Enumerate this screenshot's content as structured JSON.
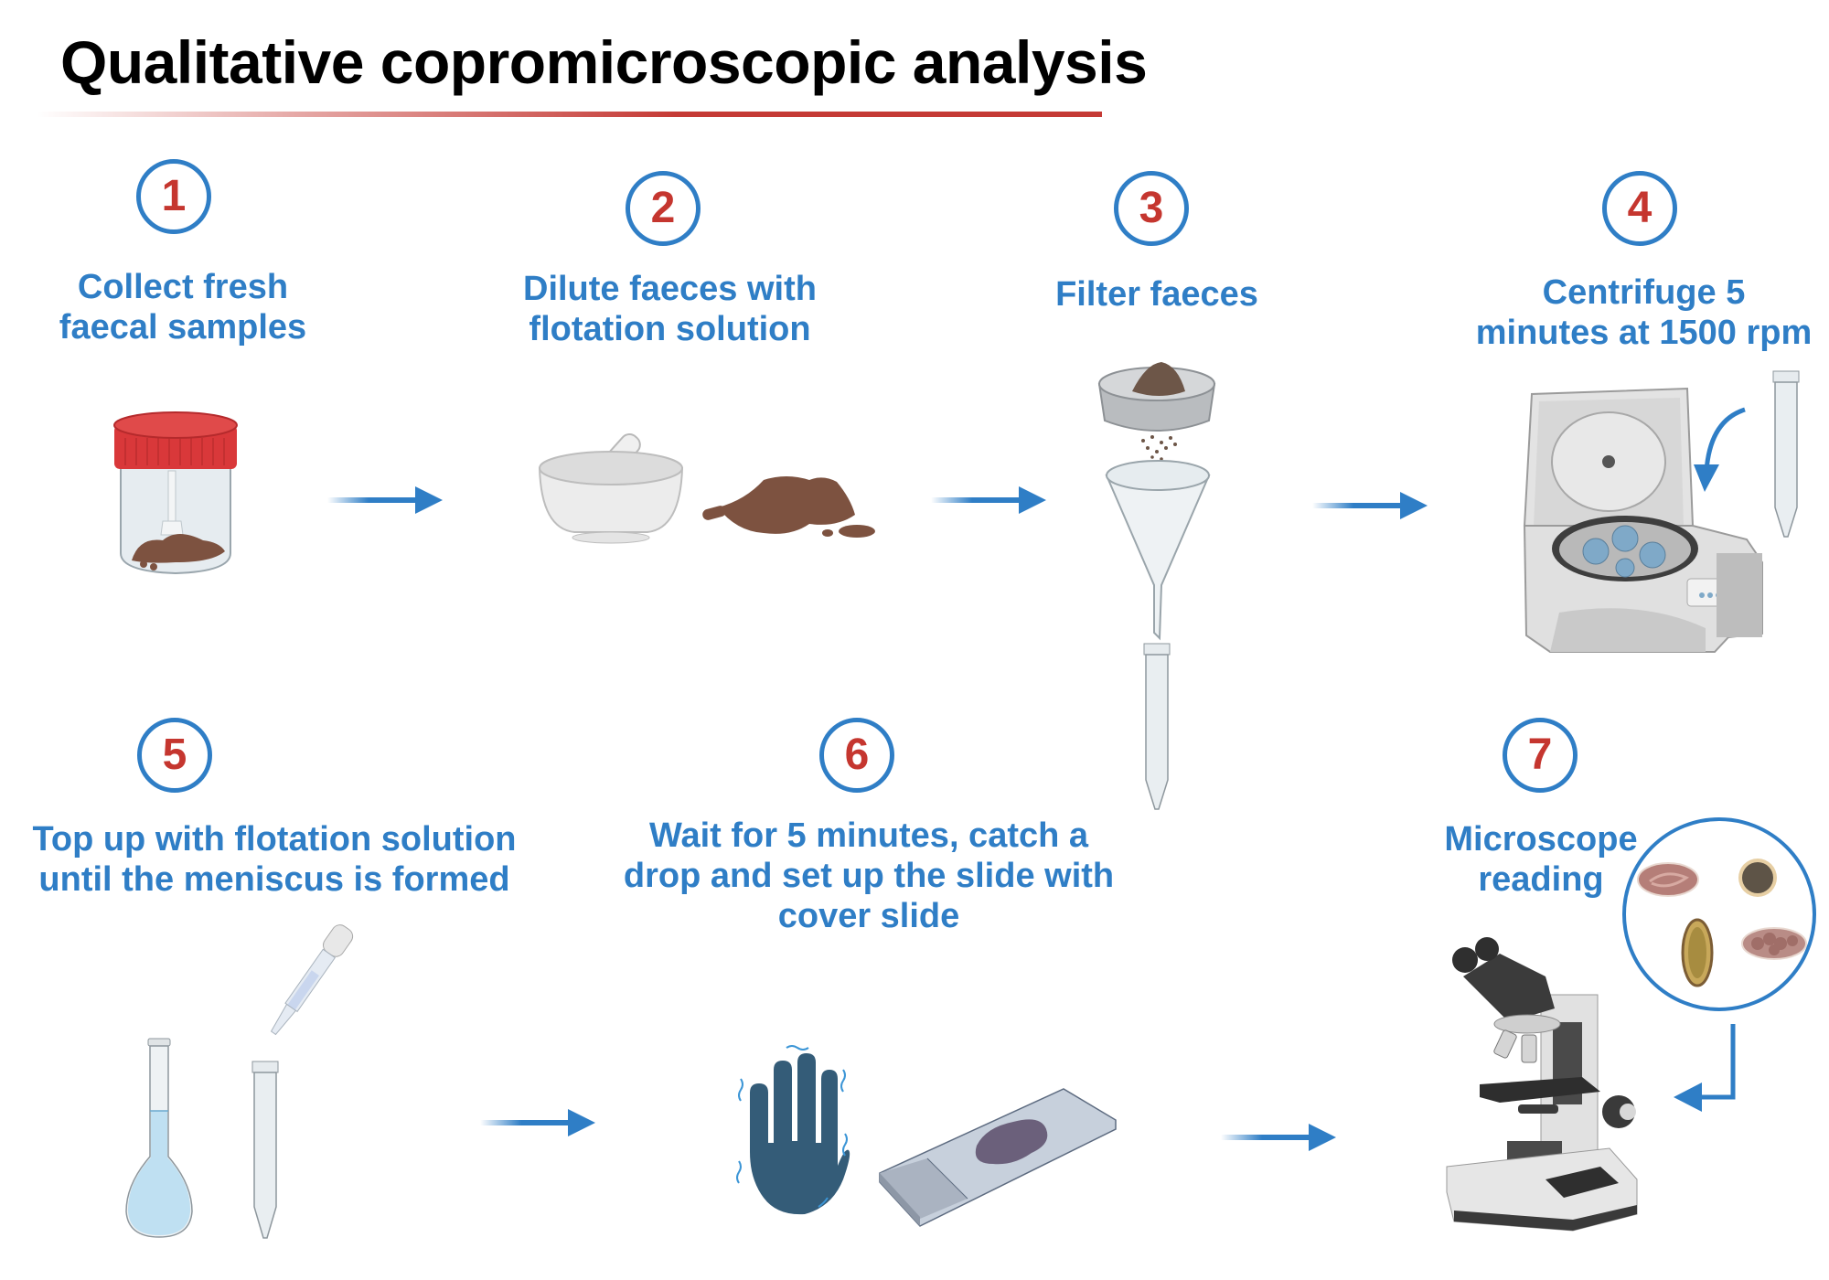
{
  "title": "Qualitative copromicroscopic analysis",
  "colors": {
    "accent_blue": "#2f7ec6",
    "number_red": "#c5362f",
    "title_rule_red": "#c53a35",
    "title_black": "#000000",
    "faeces_brown": "#7d5240",
    "jar_cap_red": "#d9383a"
  },
  "steps": [
    {
      "number": "1",
      "label": "Collect fresh\nfaecal samples",
      "icons": [
        "specimen-jar-icon"
      ]
    },
    {
      "number": "2",
      "label": "Dilute faeces with\nflotation solution",
      "icons": [
        "mortar-pestle-icon",
        "faeces-puddle-icon"
      ]
    },
    {
      "number": "3",
      "label": "Filter faeces",
      "icons": [
        "sieve-icon",
        "funnel-icon",
        "conical-tube-icon"
      ]
    },
    {
      "number": "4",
      "label": "Centrifuge 5\nminutes at 1500 rpm",
      "icons": [
        "centrifuge-icon",
        "conical-tube-icon",
        "curved-arrow-icon"
      ]
    },
    {
      "number": "5",
      "label": "Top up with flotation solution\nuntil the meniscus is formed",
      "icons": [
        "volumetric-flask-icon",
        "conical-tube-icon",
        "pipette-icon"
      ]
    },
    {
      "number": "6",
      "label": "Wait for 5 minutes, catch a\ndrop and set up the slide with\ncover slide",
      "icons": [
        "wait-hand-icon",
        "microscope-slide-icon"
      ]
    },
    {
      "number": "7",
      "label": "Microscope\nreading",
      "icons": [
        "microscope-icon",
        "parasite-eggs-magnifier-icon",
        "elbow-arrow-icon"
      ]
    }
  ],
  "flow_arrows": [
    {
      "from": "1",
      "to": "2"
    },
    {
      "from": "2",
      "to": "3"
    },
    {
      "from": "3",
      "to": "4"
    },
    {
      "from": "5",
      "to": "6"
    },
    {
      "from": "6",
      "to": "7"
    }
  ]
}
